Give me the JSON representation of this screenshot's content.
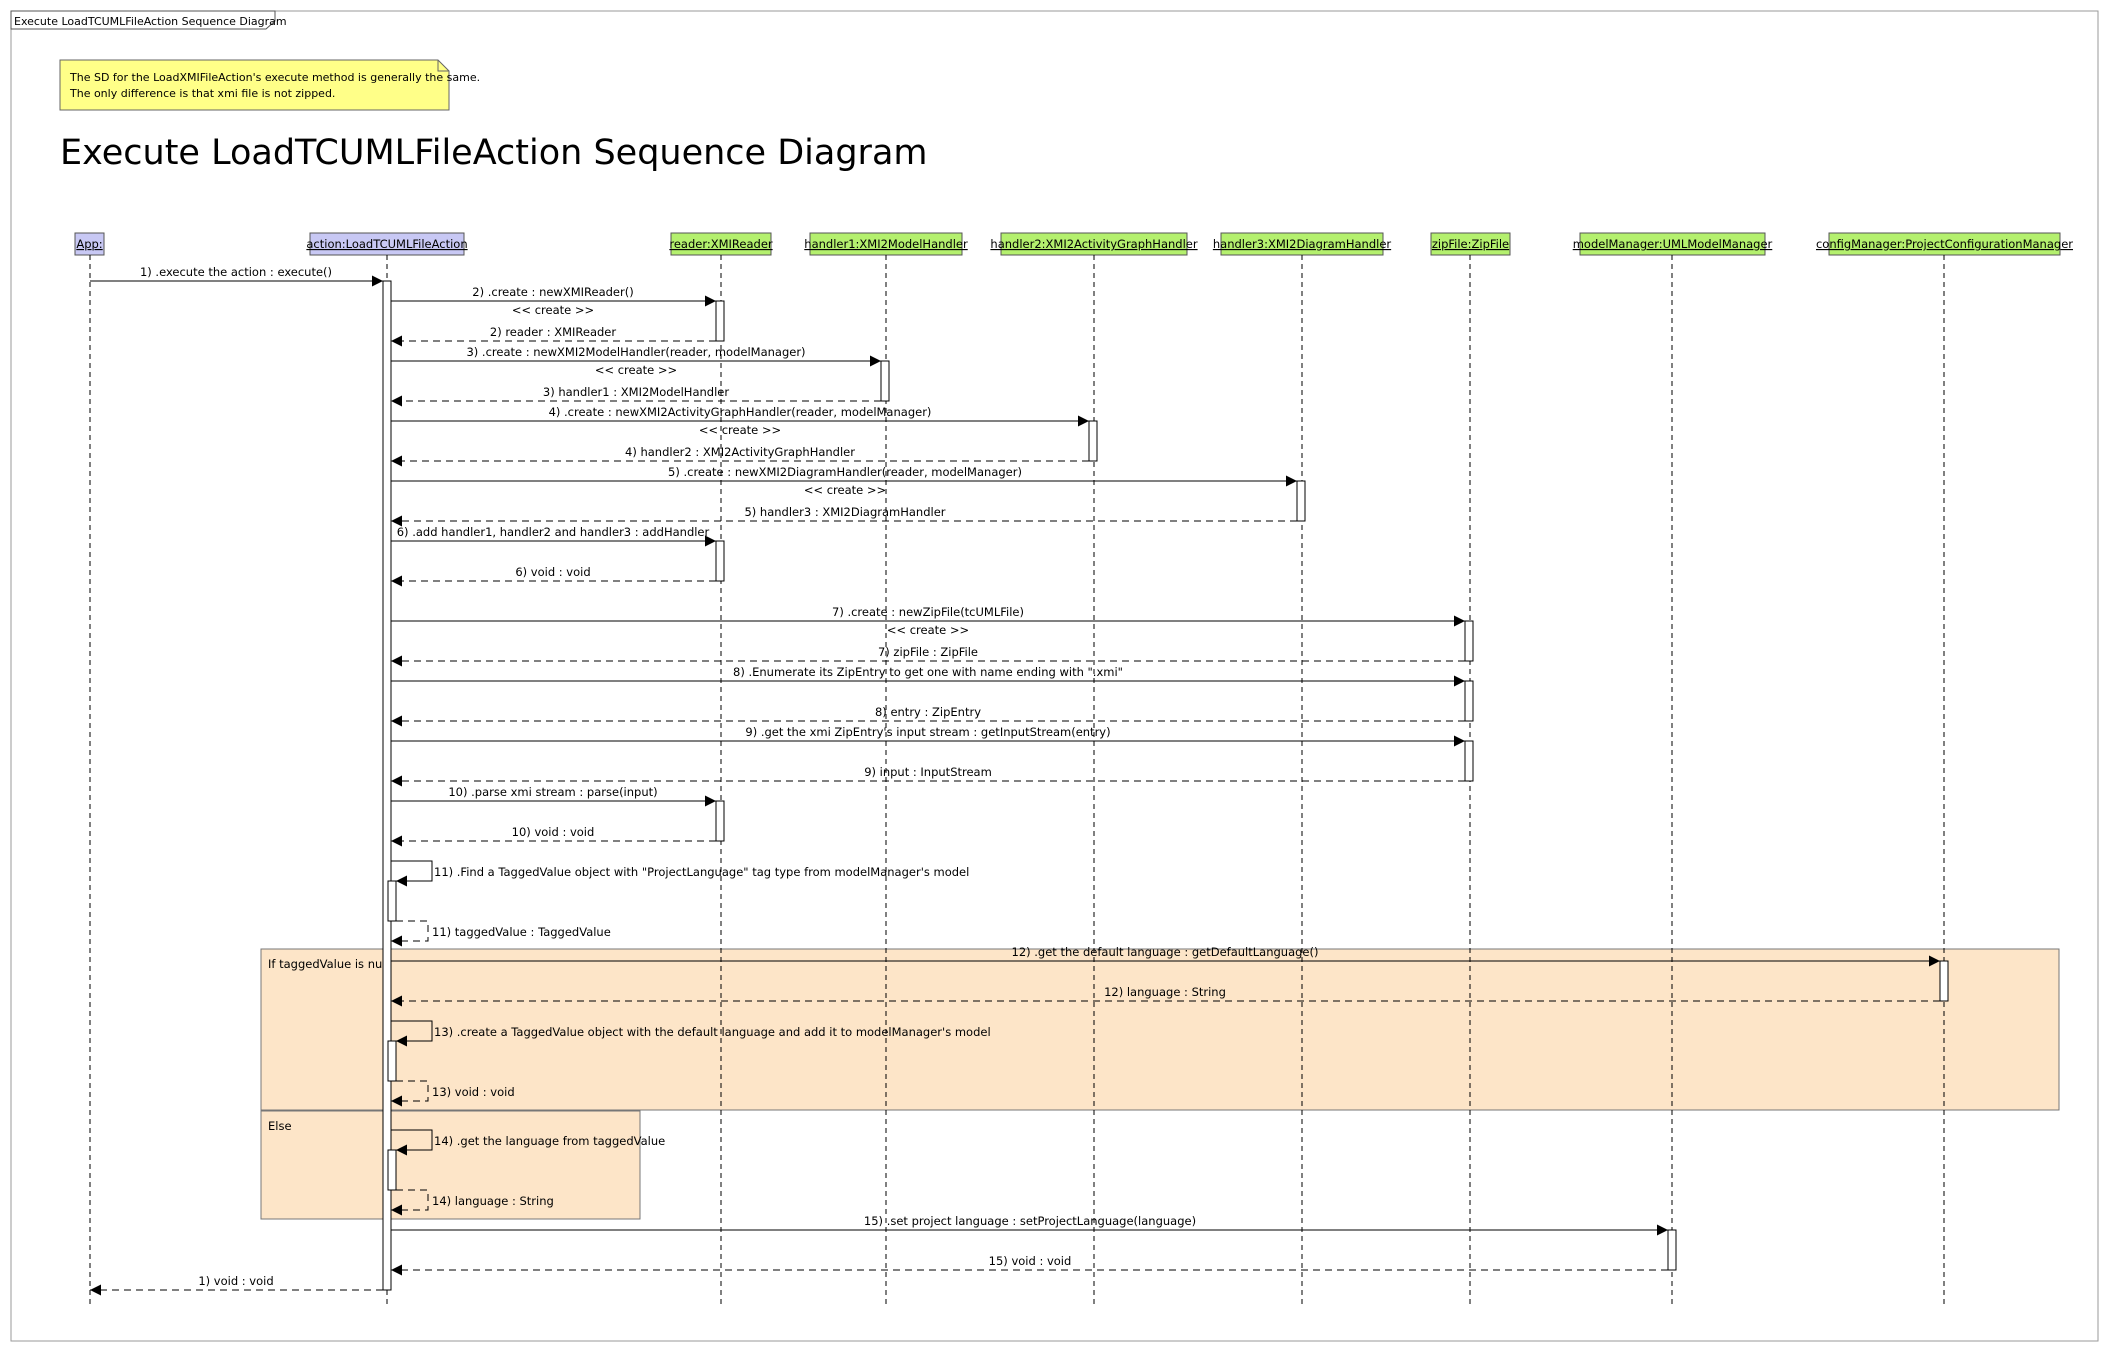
{
  "frame_title": "Execute LoadTCUMLFileAction Sequence Diagram",
  "note": {
    "lines": [
      "The SD for the LoadXMIFileAction's execute method is generally the same.",
      "The only difference is that xmi file is not zipped."
    ]
  },
  "title": "Execute LoadTCUMLFileAction Sequence Diagram",
  "colors": {
    "actor_fill": "#c8c8f4",
    "object_fill": "#b4f06e",
    "note_fill": "#ffff88",
    "fragment_fill": "#fde5c8",
    "line": "#000000"
  },
  "lifelines": [
    {
      "id": "app",
      "label": "App:"
    },
    {
      "id": "action",
      "label": "action:LoadTCUMLFileAction"
    },
    {
      "id": "reader",
      "label": "reader:XMIReader"
    },
    {
      "id": "handler1",
      "label": "handler1:XMI2ModelHandler"
    },
    {
      "id": "handler2",
      "label": "handler2:XMI2ActivityGraphHandler"
    },
    {
      "id": "handler3",
      "label": "handler3:XMI2DiagramHandler"
    },
    {
      "id": "zipfile",
      "label": "zipFile:ZipFile"
    },
    {
      "id": "modelmanager",
      "label": "modelManager:UMLModelManager"
    },
    {
      "id": "configmanager",
      "label": "configManager:ProjectConfigurationManager"
    }
  ],
  "fragments": [
    {
      "guard": "If taggedValue is null"
    },
    {
      "guard": "Else"
    }
  ],
  "messages": [
    {
      "from": "app",
      "to": "action",
      "kind": "call",
      "label": "1) .execute the action : execute()"
    },
    {
      "from": "action",
      "to": "reader",
      "kind": "call",
      "label": "2) .create : newXMIReader()"
    },
    {
      "kind": "create",
      "label": "<< create >>"
    },
    {
      "from": "reader",
      "to": "action",
      "kind": "return",
      "label": "2) reader : XMIReader"
    },
    {
      "from": "action",
      "to": "handler1",
      "kind": "call",
      "label": "3) .create : newXMI2ModelHandler(reader, modelManager)"
    },
    {
      "kind": "create",
      "label": "<< create >>"
    },
    {
      "from": "handler1",
      "to": "action",
      "kind": "return",
      "label": "3) handler1 : XMI2ModelHandler"
    },
    {
      "from": "action",
      "to": "handler2",
      "kind": "call",
      "label": "4) .create : newXMI2ActivityGraphHandler(reader, modelManager)"
    },
    {
      "kind": "create",
      "label": "<< create >>"
    },
    {
      "from": "handler2",
      "to": "action",
      "kind": "return",
      "label": "4) handler2 : XMI2ActivityGraphHandler"
    },
    {
      "from": "action",
      "to": "handler3",
      "kind": "call",
      "label": "5) .create : newXMI2DiagramHandler(reader, modelManager)"
    },
    {
      "kind": "create",
      "label": "<< create >>"
    },
    {
      "from": "handler3",
      "to": "action",
      "kind": "return",
      "label": "5) handler3 : XMI2DiagramHandler"
    },
    {
      "from": "action",
      "to": "reader",
      "kind": "call",
      "label": "6) .add handler1, handler2 and handler3 : addHandler"
    },
    {
      "from": "reader",
      "to": "action",
      "kind": "return",
      "label": "6) void : void"
    },
    {
      "from": "action",
      "to": "zipfile",
      "kind": "call",
      "label": "7) .create : newZipFile(tcUMLFile)"
    },
    {
      "kind": "create",
      "label": "<< create >>"
    },
    {
      "from": "zipfile",
      "to": "action",
      "kind": "return",
      "label": "7) zipFile : ZipFile"
    },
    {
      "from": "action",
      "to": "zipfile",
      "kind": "call",
      "label": "8) .Enumerate its ZipEntry to get one with name ending with \".xmi\""
    },
    {
      "from": "zipfile",
      "to": "action",
      "kind": "return",
      "label": "8) entry : ZipEntry"
    },
    {
      "from": "action",
      "to": "zipfile",
      "kind": "call",
      "label": "9) .get the xmi ZipEntry's input stream : getInputStream(entry)"
    },
    {
      "from": "zipfile",
      "to": "action",
      "kind": "return",
      "label": "9) input : InputStream"
    },
    {
      "from": "action",
      "to": "reader",
      "kind": "call",
      "label": "10) .parse xmi stream : parse(input)"
    },
    {
      "from": "reader",
      "to": "action",
      "kind": "return",
      "label": "10) void : void"
    },
    {
      "from": "action",
      "to": "action",
      "kind": "self",
      "label": "11) .Find a TaggedValue object with \"ProjectLanguage\" tag type from modelManager's model"
    },
    {
      "from": "action",
      "to": "action",
      "kind": "self-return",
      "label": "11) taggedValue : TaggedValue"
    },
    {
      "from": "action",
      "to": "configmanager",
      "kind": "call",
      "label": "12) .get the default language : getDefaultLanguage()"
    },
    {
      "from": "configmanager",
      "to": "action",
      "kind": "return",
      "label": "12) language : String"
    },
    {
      "from": "action",
      "to": "action",
      "kind": "self",
      "label": "13) .create a TaggedValue object with the default language and add it to modelManager's model"
    },
    {
      "from": "action",
      "to": "action",
      "kind": "self-return",
      "label": "13) void : void"
    },
    {
      "from": "action",
      "to": "action",
      "kind": "self",
      "label": "14) .get the language from taggedValue"
    },
    {
      "from": "action",
      "to": "action",
      "kind": "self-return",
      "label": "14) language : String"
    },
    {
      "from": "action",
      "to": "modelmanager",
      "kind": "call",
      "label": "15) .set project language : setProjectLanguage(language)"
    },
    {
      "from": "modelmanager",
      "to": "action",
      "kind": "return",
      "label": "15) void : void"
    },
    {
      "from": "action",
      "to": "app",
      "kind": "return",
      "label": "1) void : void"
    }
  ]
}
